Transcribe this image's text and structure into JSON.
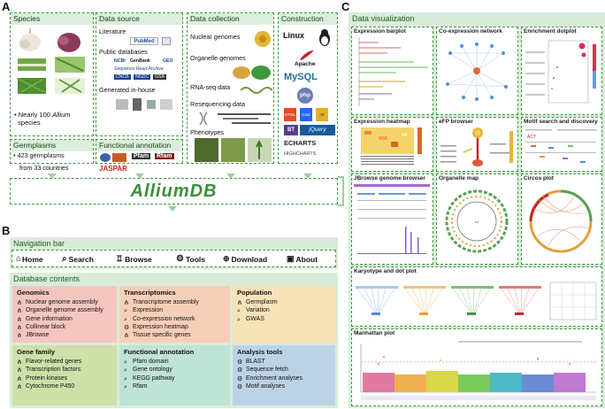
{
  "labels": {
    "a": "A",
    "b": "B",
    "c": "C"
  },
  "species": {
    "title": "Species",
    "bullet": "•",
    "text1": "Nearly 100",
    "text2": "Allium",
    "text3": "species"
  },
  "datasource": {
    "title": "Data source",
    "literature": "Literature",
    "pubmed": "PubMed",
    "public": "Public databases",
    "ncbi": "NCBI",
    "genbank": "GenBank",
    "geo": "GEO",
    "sra": "Sequence Read Archive",
    "cncb": "CNCB",
    "ngdc": "NGDC",
    "gsa": "GSA",
    "inhouse": "Generated in-house"
  },
  "collection": {
    "title": "Data collection",
    "nuclear": "Nuclear genomes",
    "organelle": "Organelle genomes",
    "rnaseq": "RNA-seq data",
    "reseq": "Resequencing data",
    "pheno": "Phenotypes"
  },
  "construction": {
    "title": "Construction",
    "linux": "Linux",
    "apache": "Apache",
    "mysql": "MySQL",
    "php": "php",
    "html": "HTML",
    "css": "CSS",
    "js": "JS",
    "bt": "BT",
    "jquery": "jQuery",
    "echarts": "ECHARTS",
    "highcharts": "HIGHCHARTS"
  },
  "germplasms": {
    "title": "Germplasms",
    "bullet": "•",
    "line1": "423 germplasms",
    "line2": "from 33 countries"
  },
  "functional": {
    "title": "Functional annotation",
    "pfam": "Pfam",
    "rfam": "Rfam",
    "jaspar": "JASPAR"
  },
  "banner": {
    "title": "AlliumDB"
  },
  "nav": {
    "title": "Navigation bar",
    "home": "Home",
    "search": "Search",
    "browse": "Browse",
    "tools": "Tools",
    "download": "Download",
    "about": "About"
  },
  "dbcontents": {
    "title": "Database contents",
    "genomics": {
      "title": "Genomics",
      "items": [
        "Nuclear genome assembly",
        "Organelle genome assembly",
        "Gene information",
        "Collinear block",
        "JBrowse"
      ]
    },
    "transcriptomics": {
      "title": "Transcriptomics",
      "items": [
        "Transcriptome assembly",
        "Expression",
        "Co-expression network",
        "Expression heatmap",
        "Tissue specific genes"
      ]
    },
    "population": {
      "title": "Population",
      "items": [
        "Germplasm",
        "Variation",
        "GWAS"
      ]
    },
    "genefamily": {
      "title": "Gene family",
      "items": [
        "Flavor-related genes",
        "Transcription factors",
        "Protein kinases",
        "Cytochrome P450"
      ]
    },
    "funcann": {
      "title": "Functional annotation",
      "items": [
        "Pfam domain",
        "Gene ontology",
        "KEGG pathway",
        "Rfam"
      ]
    },
    "analysis": {
      "title": "Analysis tools",
      "items": [
        "BLAST",
        "Sequence fetch",
        "Enrichment analyses",
        "Motif analyses"
      ]
    }
  },
  "vis": {
    "title": "Data visualization",
    "barplot": "Expression barplot",
    "coexp": "Co-expression network",
    "dotplot": "Enrichment dotplot",
    "heatmap": "Expression heatmap",
    "efp": "eFP browser",
    "motif": "Motif search and discovery",
    "jbrowse": "JBrowse genome browser",
    "organelle": "Organelle map",
    "circos": "Circos plot",
    "karyotype": "Karyotype and dot plot",
    "manhattan": "Manhattan plot"
  }
}
